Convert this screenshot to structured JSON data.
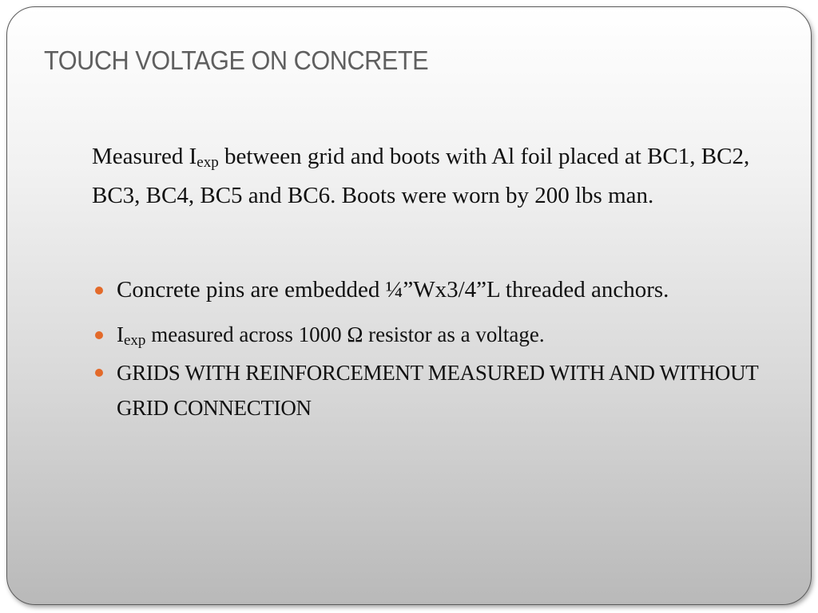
{
  "slide": {
    "title": "TOUCH VOLTAGE ON CONCRETE",
    "intro": {
      "prefix": "Measured I",
      "subscript": "exp",
      "suffix": " between grid and boots with Al foil placed at BC1, BC2, BC3, BC4, BC5 and BC6.  Boots were worn by 200 lbs man."
    },
    "bullets": [
      {
        "text": "Concrete pins are embedded ¼”Wx3/4”L threaded anchors."
      },
      {
        "prefix": "I",
        "subscript": "exp",
        "suffix": " measured across 1000 Ω resistor as a voltage."
      },
      {
        "text": "GRIDS WITH REINFORCEMENT MEASURED WITH AND WITHOUT GRID CONNECTION"
      }
    ],
    "colors": {
      "bullet": "#e36a2a",
      "title": "#5f5f5f",
      "body_text": "#111111"
    }
  }
}
